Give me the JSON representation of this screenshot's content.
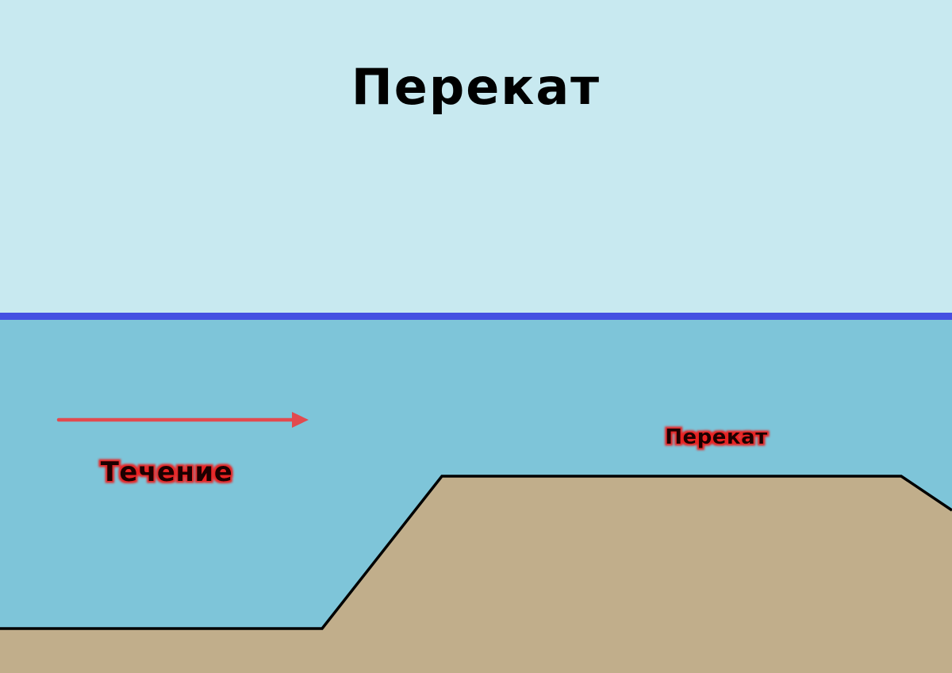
{
  "diagram": {
    "title": "Перекат",
    "current_label": "Течение",
    "riffle_label": "Перекат"
  },
  "colors": {
    "sky": "#c8e9f0",
    "water": "#7ec5d9",
    "water_surface": "#4450e2",
    "riverbed": "#c1ae8b",
    "bed_outline": "#000000",
    "arrow": "#e24a4f",
    "label_fill": "#1a0000",
    "label_glow": "#e82020"
  }
}
